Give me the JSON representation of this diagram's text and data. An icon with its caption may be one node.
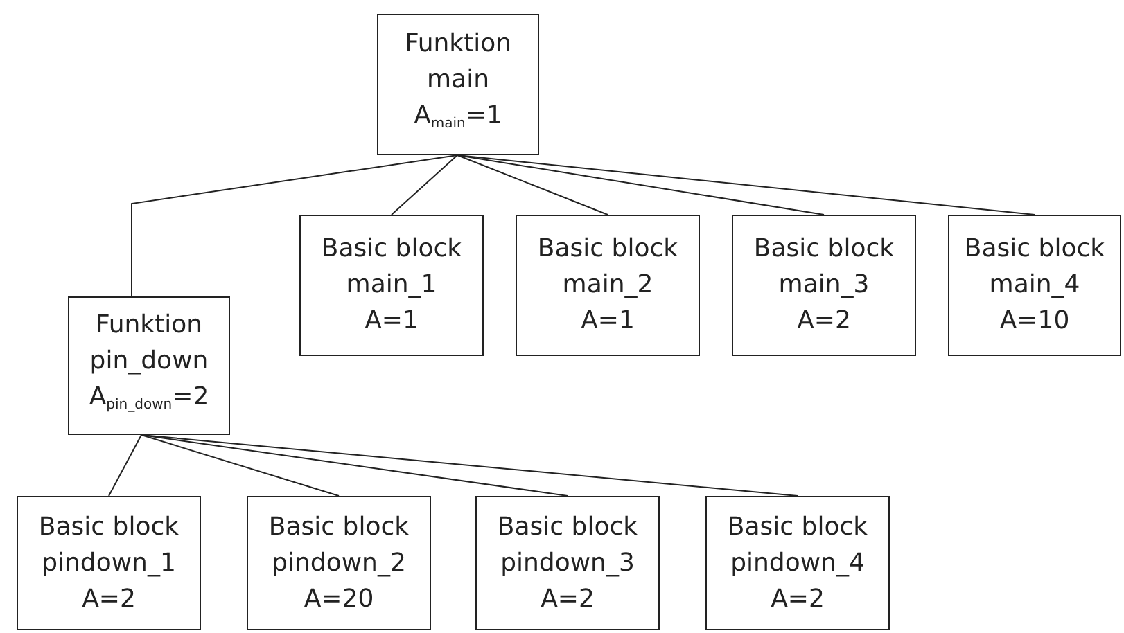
{
  "diagram": {
    "nodes": [
      {
        "text": [
          "Funktion",
          "main",
          "A$_{main}$=1"
        ]
      },
      {
        "text": [
          "Basic block",
          "main_1",
          "A=1"
        ]
      },
      {
        "text": [
          "Basic block",
          "main_2",
          "A=1"
        ]
      },
      {
        "text": [
          "Basic block",
          "main_3",
          "A=2"
        ]
      },
      {
        "text": [
          "Basic block",
          "main_4",
          "A=10"
        ]
      },
      {
        "text": [
          "Funktion",
          "pin_down",
          "A$_{pin_down}$=2"
        ]
      },
      {
        "text": [
          "Basic block",
          "pindown_1",
          "A=2"
        ]
      },
      {
        "text": [
          "Basic block",
          "pindown_2",
          "A=20"
        ]
      },
      {
        "text": [
          "Basic block",
          "pindown_3",
          "A=2"
        ]
      },
      {
        "text": [
          "Basic block",
          "pindown_4",
          "A=2"
        ]
      }
    ],
    "edges": [
      {
        "from": 0,
        "to": 5,
        "arrow": "none"
      },
      {
        "from": 0,
        "to": 1,
        "arrow": "none"
      },
      {
        "from": 0,
        "to": 2,
        "arrow": "none"
      },
      {
        "from": 0,
        "to": 3,
        "arrow": "none"
      },
      {
        "from": 0,
        "to": 4,
        "arrow": "none"
      },
      {
        "from": 5,
        "to": 6,
        "arrow": "none"
      },
      {
        "from": 5,
        "to": 7,
        "arrow": "none"
      },
      {
        "from": 5,
        "to": 8,
        "arrow": "none"
      },
      {
        "from": 5,
        "to": 9,
        "arrow": "none"
      }
    ]
  }
}
